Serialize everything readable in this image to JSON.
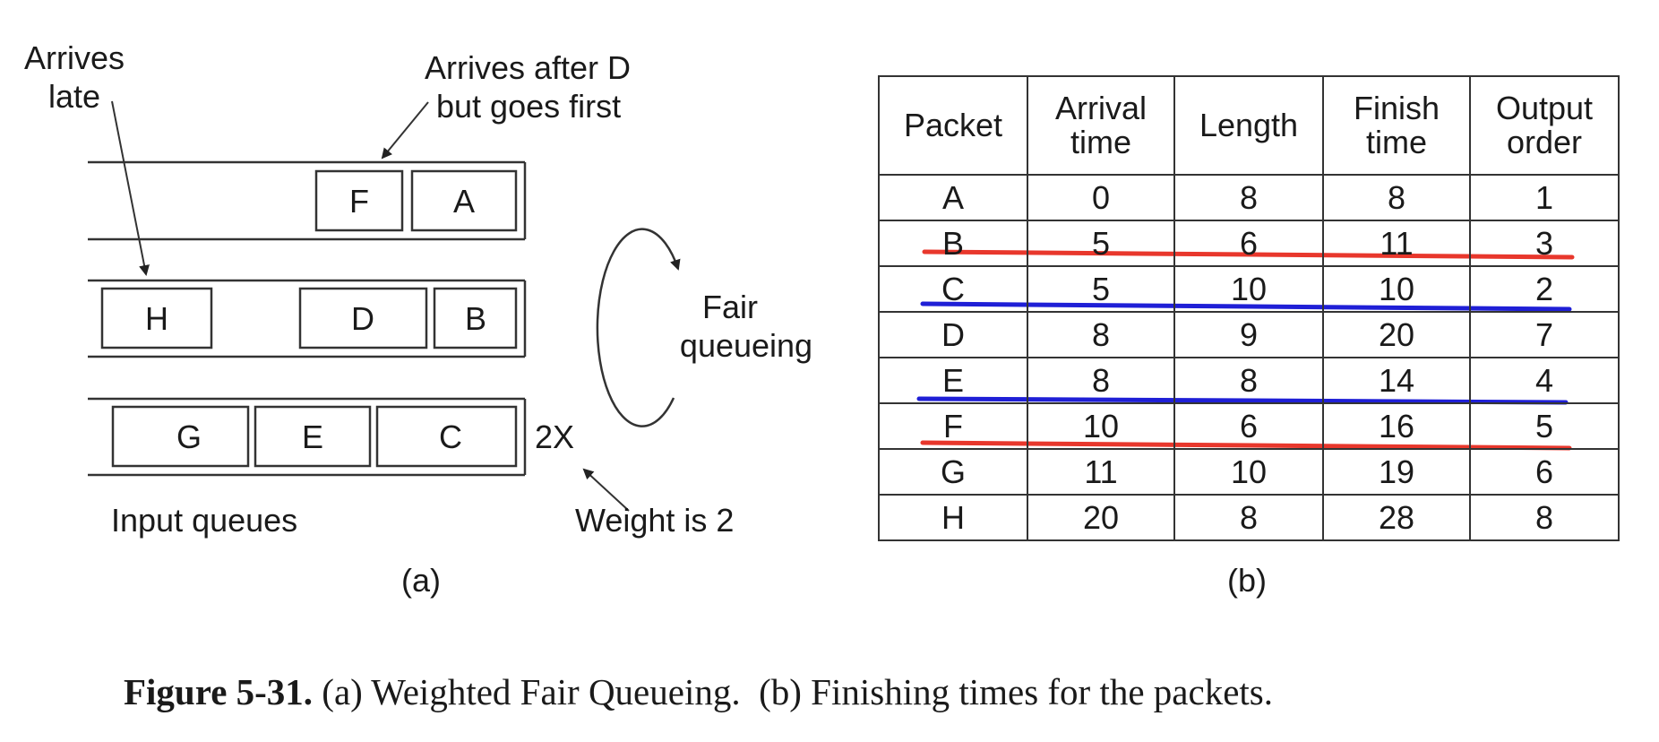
{
  "diagram_a": {
    "arrives_late_line1": "Arrives",
    "arrives_late_line2": "late",
    "arrives_after_line1": "Arrives after D",
    "arrives_after_line2": "but goes first",
    "queue1_packets": [
      "F",
      "A"
    ],
    "queue2_packets": [
      "H",
      "D",
      "B"
    ],
    "queue3_packets": [
      "G",
      "E",
      "C"
    ],
    "weight_mark": "2X",
    "weight_label": "Weight is 2",
    "fair_line1": "Fair",
    "fair_line2": "queueing",
    "input_queues_label": "Input queues",
    "sub_label": "(a)"
  },
  "table_b": {
    "headers": [
      "Packet",
      "Arrival time",
      "Length",
      "Finish time",
      "Output order"
    ],
    "header_lines": [
      [
        "Packet"
      ],
      [
        "Arrival",
        "time"
      ],
      [
        "Length"
      ],
      [
        "Finish",
        "time"
      ],
      [
        "Output",
        "order"
      ]
    ],
    "rows": [
      [
        "A",
        "0",
        "8",
        "8",
        "1"
      ],
      [
        "B",
        "5",
        "6",
        "11",
        "3"
      ],
      [
        "C",
        "5",
        "10",
        "10",
        "2"
      ],
      [
        "D",
        "8",
        "9",
        "20",
        "7"
      ],
      [
        "E",
        "8",
        "8",
        "14",
        "4"
      ],
      [
        "F",
        "10",
        "6",
        "16",
        "5"
      ],
      [
        "G",
        "11",
        "10",
        "19",
        "6"
      ],
      [
        "H",
        "20",
        "8",
        "28",
        "8"
      ]
    ],
    "sub_label": "(b)"
  },
  "annotation_colors": {
    "red": "#e8372c",
    "blue": "#1f1fd6"
  },
  "caption": {
    "figure": "Figure 5-31.",
    "text": "(a) Weighted Fair Queueing.  (b) Finishing times for the packets."
  }
}
